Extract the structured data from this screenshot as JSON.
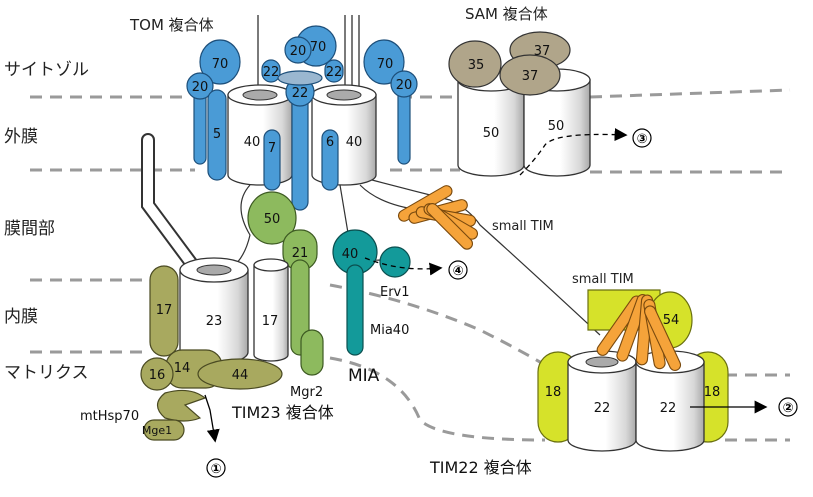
{
  "regions": {
    "cytosol": "サイトゾル",
    "outer_membrane": "外膜",
    "intermembrane_space": "膜間部",
    "inner_membrane": "内膜",
    "matrix": "マトリクス"
  },
  "complexes": {
    "tom": "TOM 複合体",
    "sam": "SAM 複合体",
    "tim23": "TIM23 複合体",
    "tim22": "TIM22 複合体",
    "mia": "MIA"
  },
  "labels": {
    "small_tim_1": "small TIM",
    "small_tim_2": "small TIM",
    "erv1": "Erv1",
    "mia40": "Mia40",
    "mgr2": "Mgr2",
    "mthsp70": "mtHsp70",
    "mge1": "Mge1"
  },
  "subunits": {
    "tom70_left": "70",
    "tom70_top": "70",
    "tom70_right": "70",
    "tom20_left": "20",
    "tom20_top": "20",
    "tom20_right": "20",
    "tom22_a": "22",
    "tom22_b": "22",
    "tom22_c": "22",
    "tom5": "5",
    "tom40_left": "40",
    "tom7": "7",
    "tom6": "6",
    "tom40_right": "40",
    "sam35": "35",
    "sam37_a": "37",
    "sam37_b": "37",
    "sam50_a": "50",
    "sam50_b": "50",
    "tim50": "50",
    "tim21": "21",
    "tim17_left": "17",
    "tim23": "23",
    "tim17_right": "17",
    "tim16": "16",
    "tim14": "14",
    "tim44": "44",
    "mia40_num": "40",
    "tim54": "54",
    "tim18_left": "18",
    "tim18_right": "18",
    "tim22_a": "22",
    "tim22_b": "22"
  },
  "pathways": [
    "③",
    "④",
    "①",
    "②"
  ],
  "colors": {
    "tom_blue": "#4a9bd6",
    "sam_gray": "#b0a58a",
    "tim_green": "#8dba5e",
    "tim_olive": "#a8a95f",
    "mia_teal": "#139a9a",
    "small_tim_orange": "#f5a33a",
    "tim22_yellow": "#d6e22a"
  }
}
